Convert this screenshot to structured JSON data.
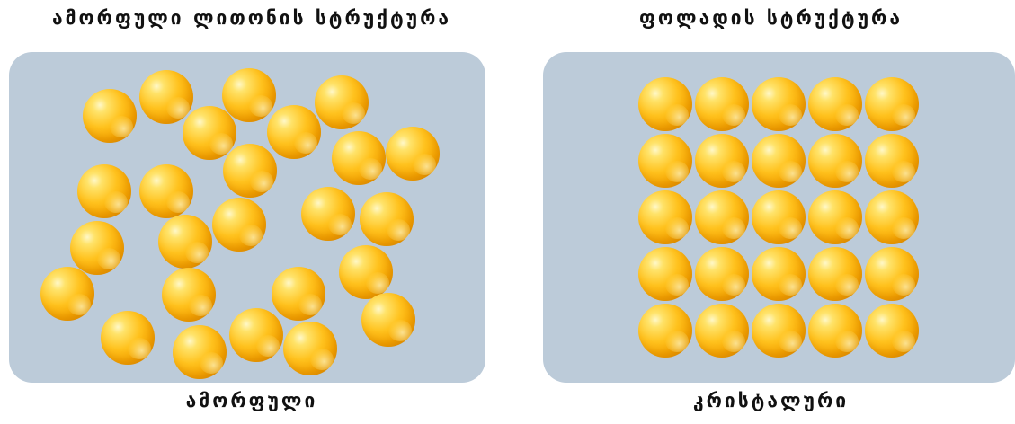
{
  "amorphous": {
    "title": "ამორფული ლითონის სტრუქტურა",
    "caption": "ამორფული"
  },
  "crystalline": {
    "title": "ფოლადის სტრუქტურა",
    "caption": "კრისტალური"
  },
  "colors": {
    "box_background": "#bccbd9",
    "atom": "#ffc21e"
  },
  "atom_counts": {
    "amorphous": 25,
    "crystalline": 25
  }
}
